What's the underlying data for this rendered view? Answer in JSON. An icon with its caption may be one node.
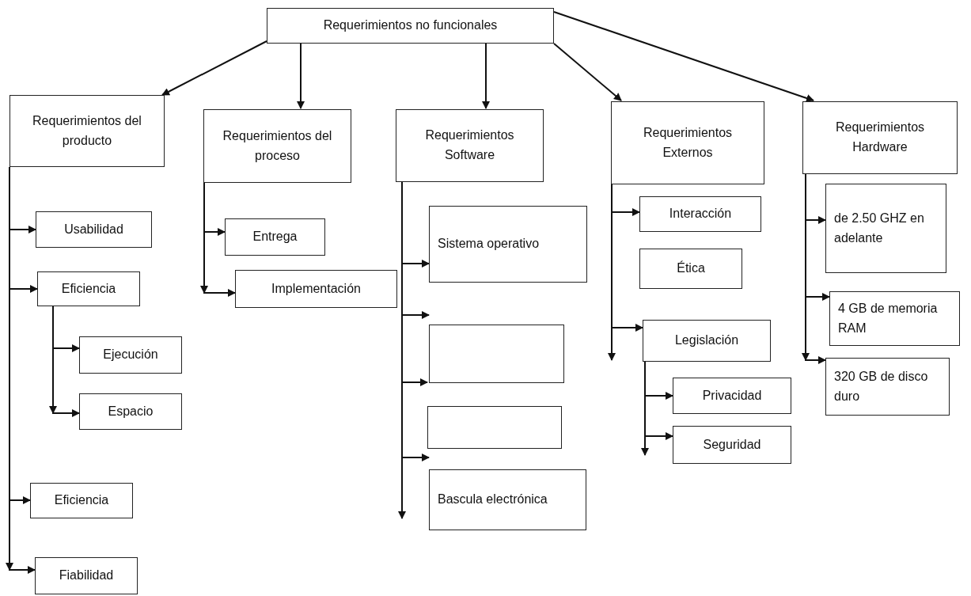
{
  "diagram": {
    "nodes": [
      {
        "text": [
          "Requerimientos no funcionales"
        ]
      },
      {
        "text": [
          "Requerimientos del producto"
        ]
      },
      {
        "text": [
          "Usabilidad"
        ]
      },
      {
        "text": [
          "Eficiencia"
        ]
      },
      {
        "text": [
          "Ejecución"
        ]
      },
      {
        "text": [
          "Espacio"
        ]
      },
      {
        "text": [
          "Eficiencia"
        ]
      },
      {
        "text": [
          "Fiabilidad"
        ]
      },
      {
        "text": [
          "Requerimientos del proceso"
        ]
      },
      {
        "text": [
          "Entrega"
        ]
      },
      {
        "text": [
          "Implementación"
        ]
      },
      {
        "text": [
          "Requerimientos Software"
        ]
      },
      {
        "text": [
          "Sistema operativo"
        ]
      },
      {
        "text": [],
        "shape": "box"
      },
      {
        "text": [],
        "shape": "box"
      },
      {
        "text": [
          "Bascula electrónica"
        ]
      },
      {
        "text": [
          "Requerimientos Externos"
        ]
      },
      {
        "text": [
          "Interacción"
        ]
      },
      {
        "text": [
          "Ética"
        ]
      },
      {
        "text": [
          "Legislación"
        ]
      },
      {
        "text": [
          "Privacidad"
        ]
      },
      {
        "text": [
          "Seguridad"
        ]
      },
      {
        "text": [
          "Requerimientos Hardware"
        ]
      },
      {
        "text": [
          "de 2.50 GHZ en adelante"
        ]
      },
      {
        "text": [
          "4 GB de memoria RAM"
        ]
      },
      {
        "text": [
          "320 GB de disco duro"
        ]
      }
    ],
    "edges": [
      {
        "from": 0,
        "to": 1,
        "arrow": "to"
      },
      {
        "from": 0,
        "to": 8,
        "arrow": "to"
      },
      {
        "from": 0,
        "to": 11,
        "arrow": "to"
      },
      {
        "from": 0,
        "to": 16,
        "arrow": "to"
      },
      {
        "from": 0,
        "to": 22,
        "arrow": "to"
      },
      {
        "from": 1,
        "to": 2,
        "arrow": "to"
      },
      {
        "from": 1,
        "to": 3,
        "arrow": "to"
      },
      {
        "from": 1,
        "to": 6,
        "arrow": "to"
      },
      {
        "from": 1,
        "to": 7,
        "arrow": "to"
      },
      {
        "from": 3,
        "to": 4,
        "arrow": "to"
      },
      {
        "from": 3,
        "to": 5,
        "arrow": "to"
      },
      {
        "from": 8,
        "to": 9,
        "arrow": "to"
      },
      {
        "from": 8,
        "to": 10,
        "arrow": "to"
      },
      {
        "from": 11,
        "to": 12,
        "arrow": "to"
      },
      {
        "from": 11,
        "to": 13,
        "arrow": "to"
      },
      {
        "from": 11,
        "to": 14,
        "arrow": "to"
      },
      {
        "from": 11,
        "to": 15,
        "arrow": "to"
      },
      {
        "from": 16,
        "to": 17,
        "arrow": "to"
      },
      {
        "from": 16,
        "to": 19,
        "arrow": "to"
      },
      {
        "from": 19,
        "to": 20,
        "arrow": "to"
      },
      {
        "from": 19,
        "to": 21,
        "arrow": "to"
      },
      {
        "from": 22,
        "to": 23,
        "arrow": "to"
      },
      {
        "from": 22,
        "to": 24,
        "arrow": "to"
      },
      {
        "from": 22,
        "to": 25,
        "arrow": "to"
      }
    ]
  }
}
